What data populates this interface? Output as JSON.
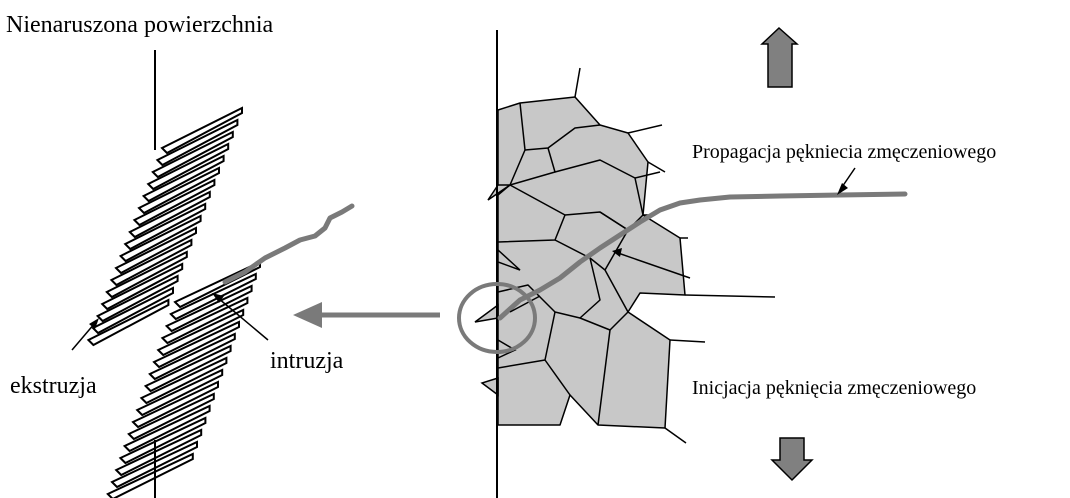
{
  "labels": {
    "surface": "Nienaruszona powierzchnia",
    "extrusion": "ekstruzja",
    "intrusion": "intruzja",
    "propagation": "Propagacja pękniecia zmęczeniowego",
    "initiation": "Inicjacja pęknięcia zmęczeniowego"
  },
  "colors": {
    "crack": "#7a7a7a",
    "grain_fill": "#c8c8c8",
    "arrow_fill": "#808080",
    "line": "#000000"
  },
  "icons": {
    "load_up": "arrow-up-icon",
    "load_down": "arrow-down-icon",
    "magnify": "arrow-left-icon"
  }
}
